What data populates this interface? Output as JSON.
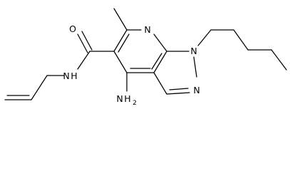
{
  "molecule": {
    "atoms": {
      "carbonyl_o": "O",
      "ring_n_pyridine": "N",
      "ring_n1": "N",
      "ring_n2": "N",
      "amide_nh": "N",
      "amide_h": "H",
      "amino_n": "N",
      "amino_h": "H",
      "amino_h_count": "2"
    },
    "colors": {
      "bond": "#000000",
      "text": "#000000",
      "background": "#ffffff"
    }
  }
}
